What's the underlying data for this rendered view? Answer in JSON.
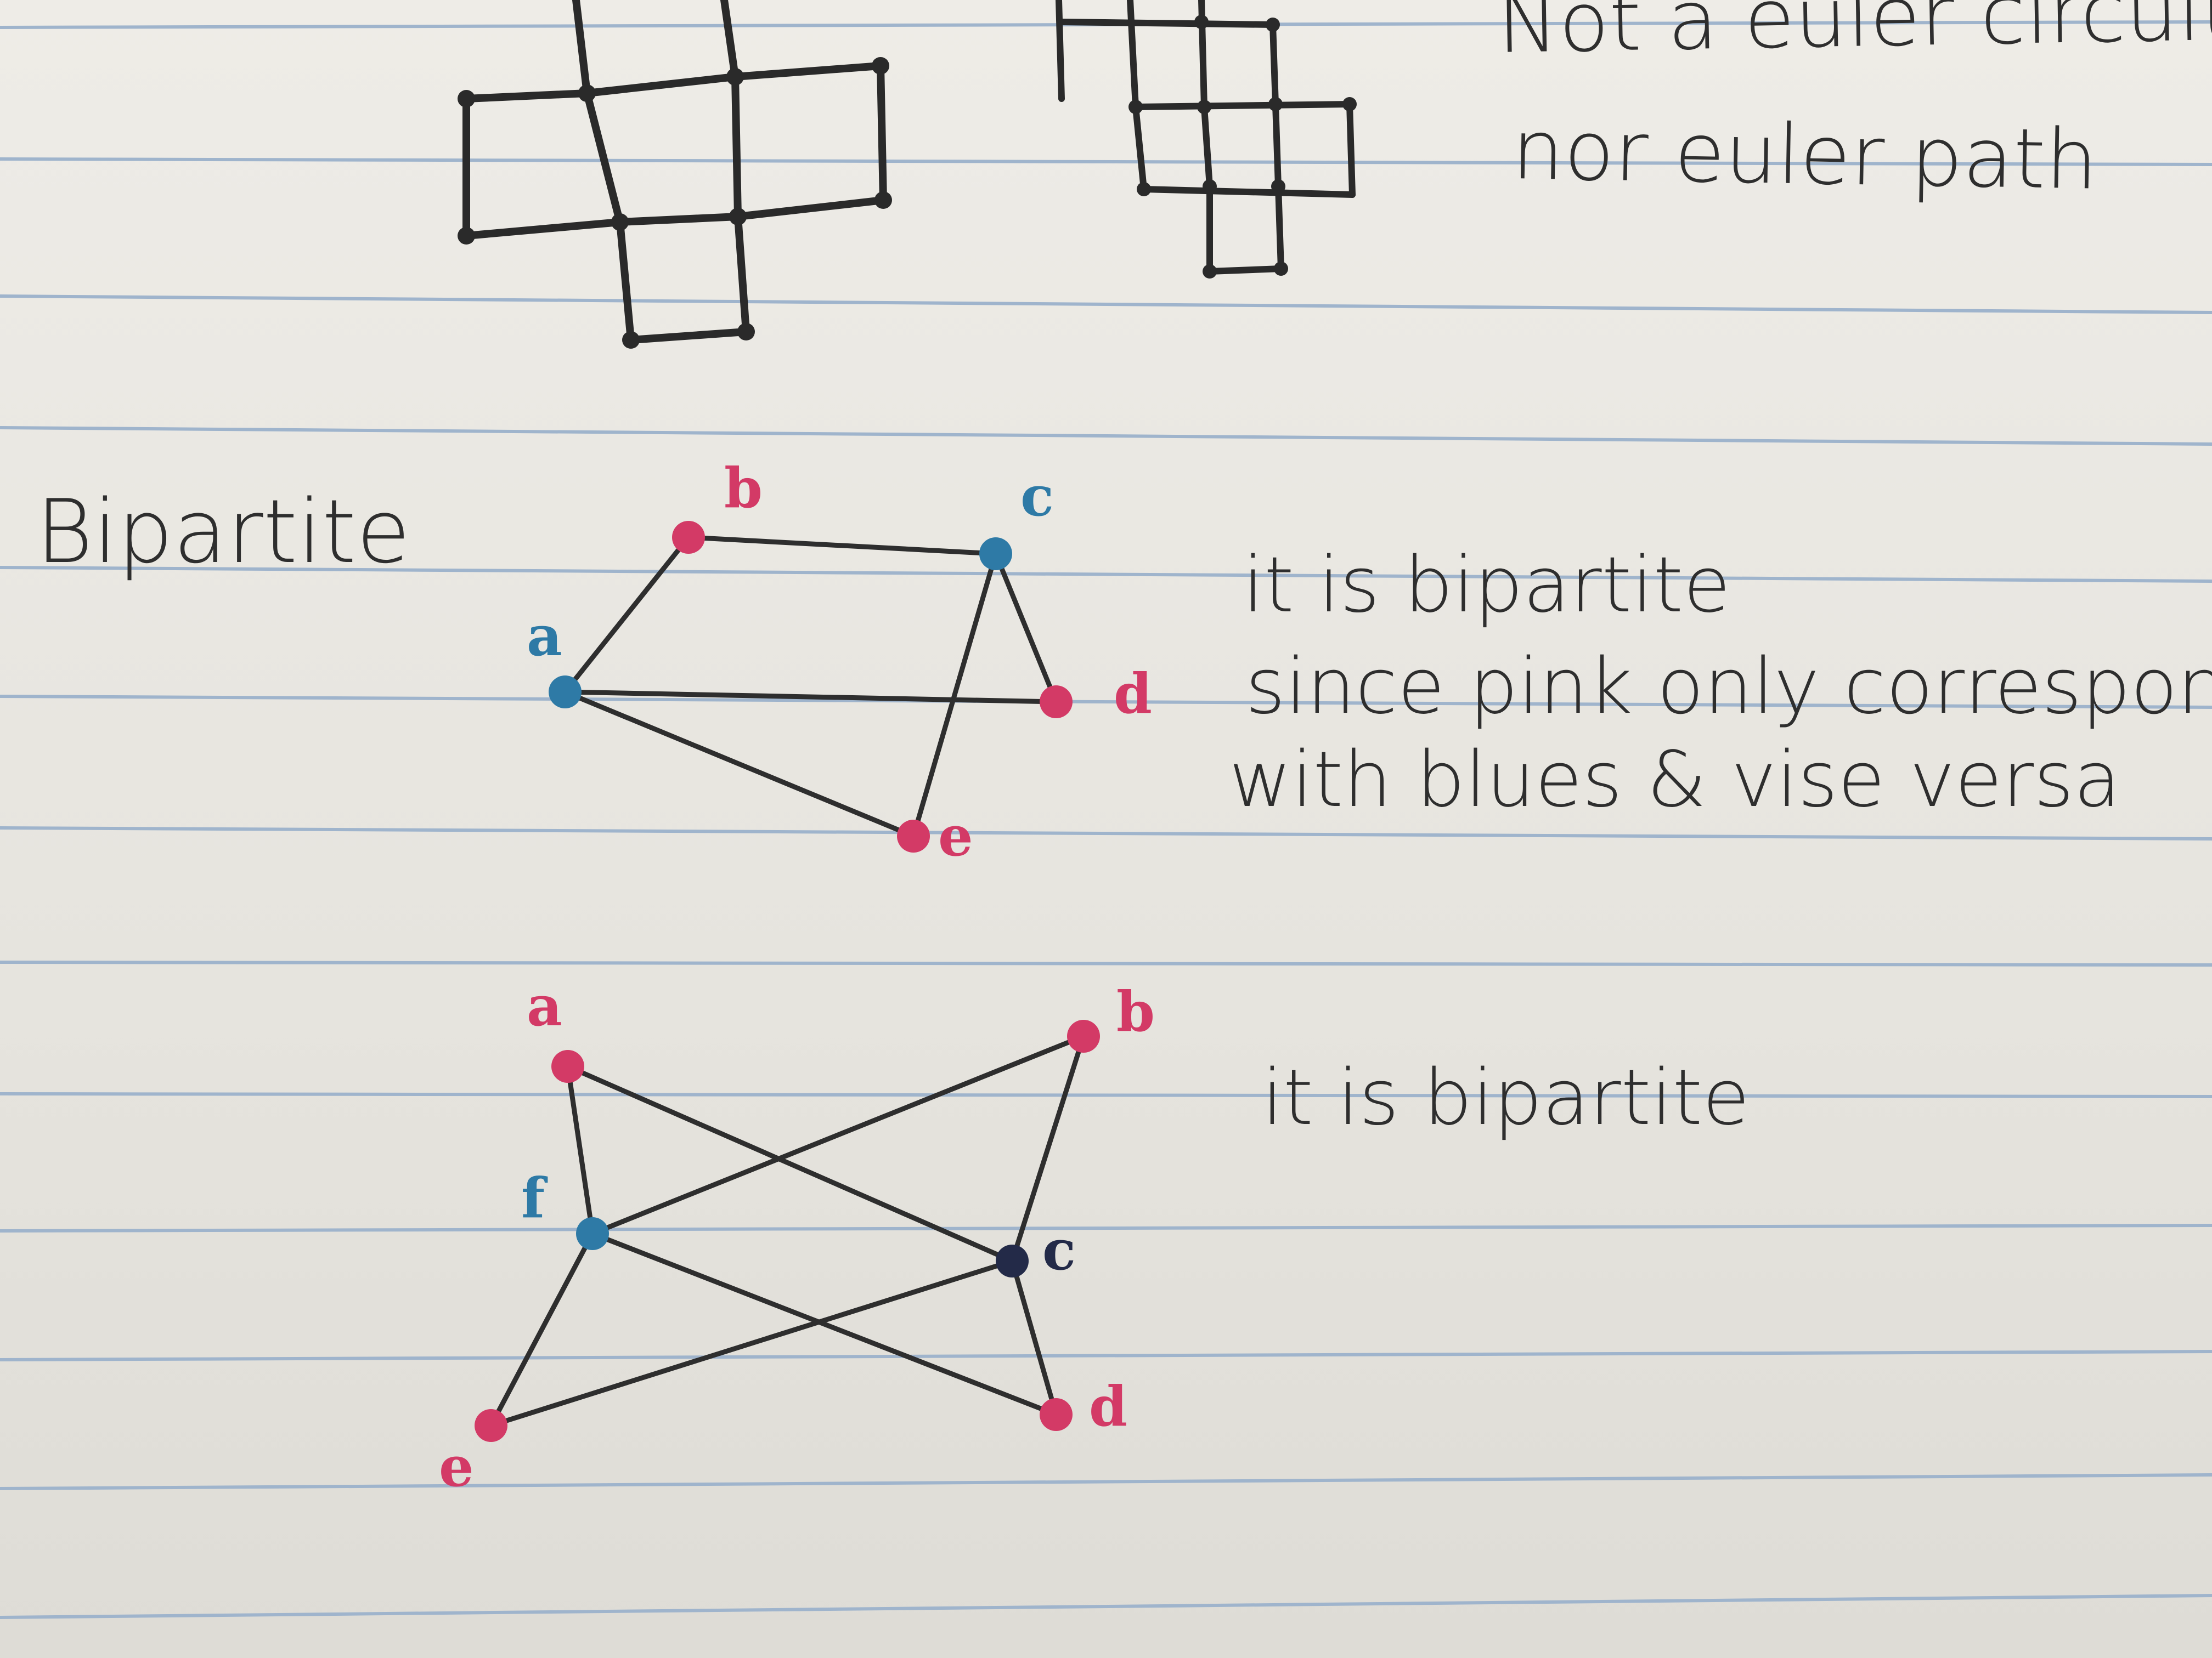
{
  "colors": {
    "paper": "#ebe9e3",
    "rule": "#9fb4cc",
    "ink": "#2e2e2e",
    "pink": "#d33a66",
    "blue": "#2e7aa6",
    "navy": "#232a48"
  },
  "notes": {
    "euler_line1": "Not a euler circuit",
    "euler_line2": "nor euler path",
    "section_title": "Bipartite",
    "g1_line1": "it is bipartite",
    "g1_line2": "since pink only corresponds",
    "g1_line3": "with blues & vise versa",
    "g2_line1": "it is bipartite"
  },
  "graph1": {
    "nodes": [
      {
        "id": "a",
        "label": "a",
        "color": "blue"
      },
      {
        "id": "b",
        "label": "b",
        "color": "pink"
      },
      {
        "id": "c",
        "label": "c",
        "color": "blue"
      },
      {
        "id": "d",
        "label": "d",
        "color": "pink"
      },
      {
        "id": "e",
        "label": "e",
        "color": "pink"
      }
    ],
    "edges": [
      [
        "a",
        "b"
      ],
      [
        "b",
        "c"
      ],
      [
        "c",
        "d"
      ],
      [
        "a",
        "d"
      ],
      [
        "a",
        "e"
      ],
      [
        "c",
        "e"
      ]
    ]
  },
  "graph2": {
    "nodes": [
      {
        "id": "a",
        "label": "a",
        "color": "pink"
      },
      {
        "id": "b",
        "label": "b",
        "color": "pink"
      },
      {
        "id": "f",
        "label": "f",
        "color": "blue"
      },
      {
        "id": "c",
        "label": "c",
        "color": "navy"
      },
      {
        "id": "d",
        "label": "d",
        "color": "pink"
      },
      {
        "id": "e",
        "label": "e",
        "color": "pink"
      }
    ],
    "edges": [
      [
        "a",
        "f"
      ],
      [
        "a",
        "c"
      ],
      [
        "f",
        "b"
      ],
      [
        "b",
        "c"
      ],
      [
        "f",
        "e"
      ],
      [
        "f",
        "d"
      ],
      [
        "e",
        "c"
      ],
      [
        "c",
        "d"
      ]
    ]
  }
}
